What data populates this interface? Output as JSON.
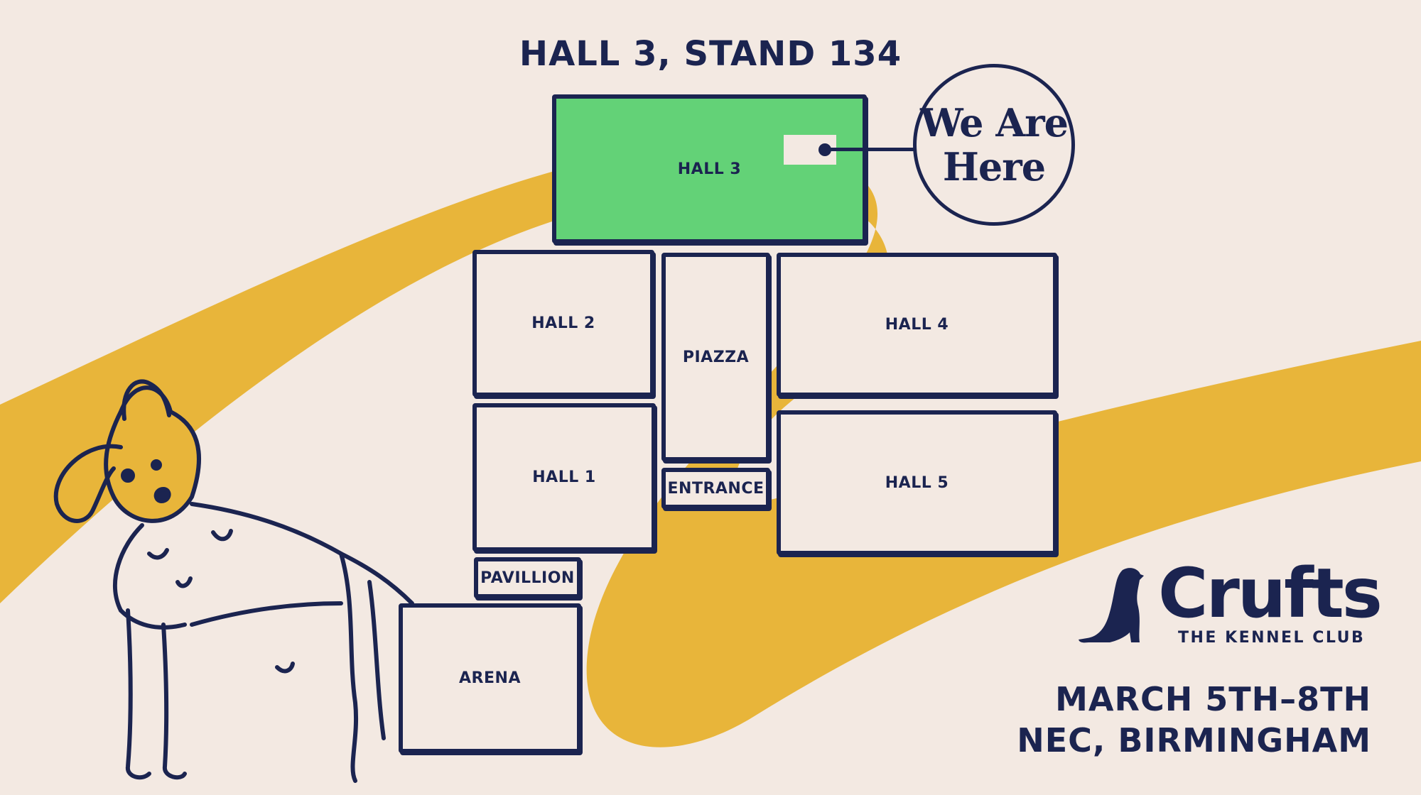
{
  "map": {
    "title": "HALL 3, STAND 134",
    "halls": {
      "hall3": "HALL 3",
      "hall2": "HALL 2",
      "piazza": "PIAZZA",
      "hall4": "HALL 4",
      "hall1": "HALL 1",
      "entrance": "ENTRANCE",
      "hall5": "HALL 5",
      "pavillion": "PAVILLION",
      "arena": "ARENA"
    },
    "highlighted_hall": "HALL 3",
    "callout": {
      "line1": "We Are",
      "line2": "Here"
    }
  },
  "brand": {
    "name": "Crufts",
    "subtitle": "THE KENNEL CLUB"
  },
  "event": {
    "dates": "MARCH 5TH–8TH",
    "venue": "NEC, BIRMINGHAM"
  },
  "colors": {
    "background": "#f3e9e2",
    "swoosh": "#e8b53a",
    "ink": "#1b2450",
    "highlight": "#63d277"
  },
  "icons": [
    "dog-illustration",
    "sitting-dog-logo-icon",
    "location-dot-icon"
  ]
}
